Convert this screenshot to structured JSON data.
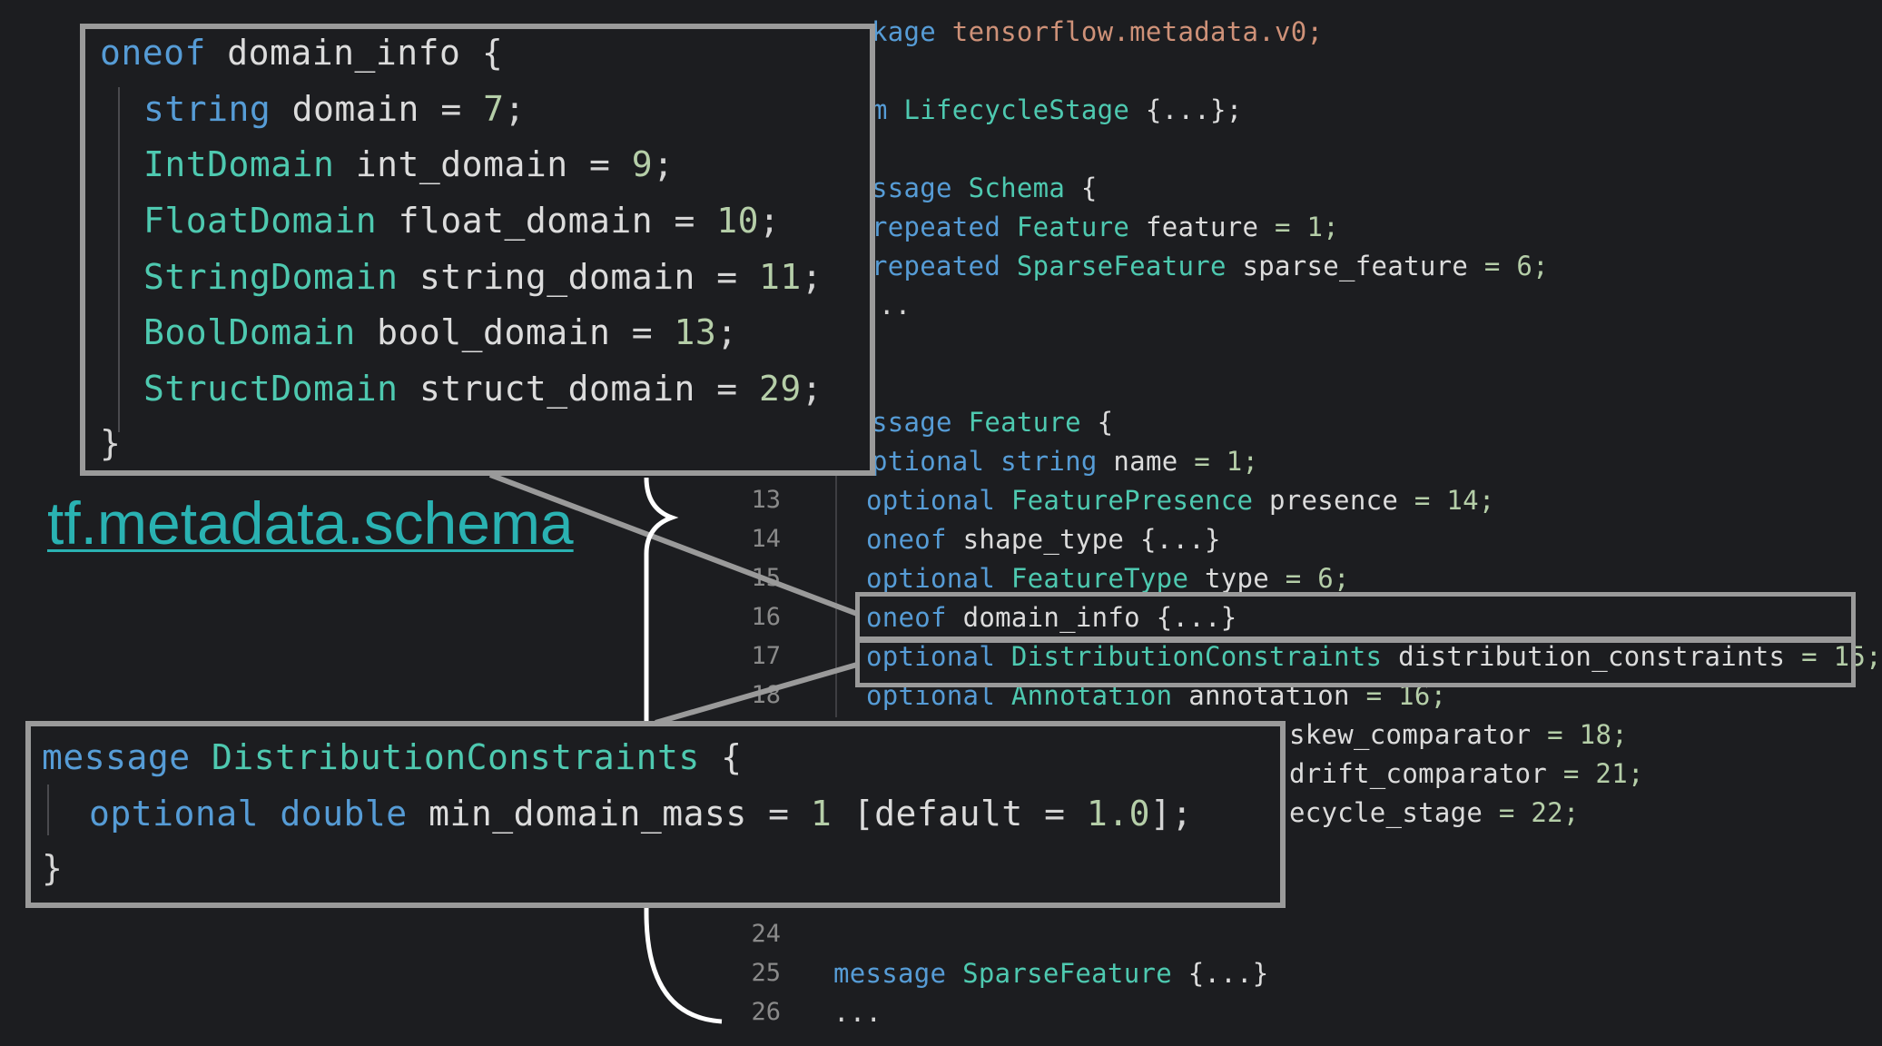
{
  "background_editor": {
    "line_numbers": [
      "13",
      "14",
      "15",
      "16",
      "17",
      "18",
      "24",
      "25",
      "26"
    ],
    "lines": {
      "package": {
        "kw": "kage",
        "rest": " tensorflow.metadata.v0;"
      },
      "enum": {
        "kw": "m",
        "name": "LifecycleStage",
        "rest": " {...};"
      },
      "msg_schema": {
        "kw": "ssage",
        "name": "Schema",
        "rest": " {"
      },
      "schema_feature": {
        "kw": "repeated",
        "type": "Feature",
        "field": "feature",
        "rest": " = 1;"
      },
      "schema_sparse": {
        "kw": "repeated",
        "type": "SparseFeature",
        "field": "sparse_feature",
        "rest": " = 6;"
      },
      "schema_dots": "..",
      "msg_feature": {
        "kw": "ssage",
        "name": "Feature",
        "rest": " {"
      },
      "f_name": {
        "kw": "ptional",
        "type": "string",
        "field": "name",
        "rest": " = 1;"
      },
      "f_presence": {
        "kw": "optional",
        "type": "FeaturePresence",
        "field": "presence",
        "rest": " = 14;"
      },
      "f_shape": {
        "kw": "oneof",
        "field": "shape_type",
        "rest": " {...}"
      },
      "f_type": {
        "kw": "optional",
        "type": "FeatureType",
        "field": "type",
        "rest": " = 6;"
      },
      "f_domain": {
        "kw": "oneof",
        "field": "domain_info",
        "rest": " {...}"
      },
      "f_dist": {
        "kw": "optional",
        "type": "DistributionConstraints",
        "field": "distribution_constraints",
        "rest": " = 15;"
      },
      "f_annot": {
        "kw": "optional",
        "type": "Annotation",
        "field": "annotation",
        "rest": " = 16;"
      },
      "f_skew": {
        "field": "skew_comparator",
        "rest": " = 18;"
      },
      "f_drift": {
        "field": "drift_comparator",
        "rest": " = 21;"
      },
      "f_life": {
        "field": "ecycle_stage",
        "rest": " = 22;"
      },
      "msg_sparse": {
        "kw": "message",
        "name": "SparseFeature",
        "rest": " {...}"
      },
      "end_dots": "..."
    }
  },
  "label": "tf.metadata.schema",
  "domain_popup": {
    "open": {
      "kw": "oneof",
      "name": "domain_info",
      "rest": " {"
    },
    "fields": [
      {
        "type": "string",
        "field": "domain",
        "num": "7"
      },
      {
        "type": "IntDomain",
        "field": "int_domain",
        "num": "9"
      },
      {
        "type": "FloatDomain",
        "field": "float_domain",
        "num": "10"
      },
      {
        "type": "StringDomain",
        "field": "string_domain",
        "num": "11"
      },
      {
        "type": "BoolDomain",
        "field": "bool_domain",
        "num": "13"
      },
      {
        "type": "StructDomain",
        "field": "struct_domain",
        "num": "29"
      }
    ],
    "close": "}"
  },
  "dist_popup": {
    "open": {
      "kw": "message",
      "name": "DistributionConstraints",
      "rest": " {"
    },
    "field": {
      "kw": "optional",
      "type": "double",
      "field": "min_domain_mass",
      "num": "1",
      "default_kw": "[default",
      "default_val": "1.0"
    },
    "close": "}"
  },
  "colors": {
    "keyword": "#569cd6",
    "type": "#4ec9b0",
    "number": "#b5cea8",
    "label": "#2ab2b2",
    "frame": "#9a9a9a"
  }
}
